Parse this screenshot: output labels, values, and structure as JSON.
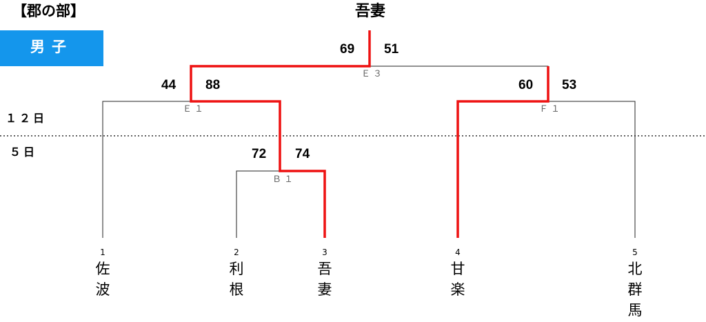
{
  "header": {
    "section_title": "【郡の部】",
    "champion": "吾妻"
  },
  "category": {
    "label": "男子"
  },
  "days": {
    "upper": "１２日",
    "lower": "５日"
  },
  "teams": [
    {
      "seed": "1",
      "name": "佐波"
    },
    {
      "seed": "2",
      "name": "利根"
    },
    {
      "seed": "3",
      "name": "吾妻"
    },
    {
      "seed": "4",
      "name": "甘楽"
    },
    {
      "seed": "5",
      "name": "北群馬"
    }
  ],
  "matches": {
    "B1": {
      "label": "Ｂ１",
      "left_score": "72",
      "right_score": "74"
    },
    "E1": {
      "label": "Ｅ１",
      "left_score": "44",
      "right_score": "88"
    },
    "F1": {
      "label": "Ｆ１",
      "left_score": "60",
      "right_score": "53"
    },
    "E3": {
      "label": "Ｅ３",
      "left_score": "69",
      "right_score": "51"
    }
  },
  "colors": {
    "win_line": "#ee1111",
    "line": "#222222",
    "category_bg": "#1496ec"
  }
}
